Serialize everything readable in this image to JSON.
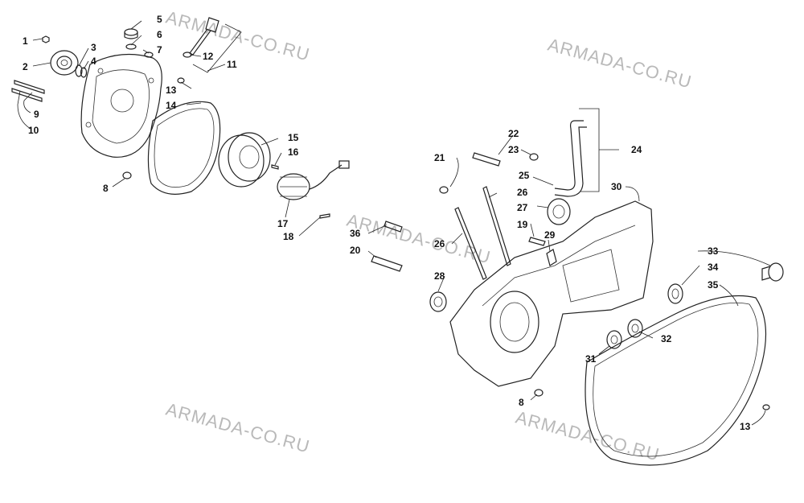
{
  "watermark": "ARMADA-CO.RU",
  "callouts": {
    "c1": "1",
    "c2": "2",
    "c3": "3",
    "c4": "4",
    "c5": "5",
    "c6": "6",
    "c7": "7",
    "c8a": "8",
    "c8b": "8",
    "c9": "9",
    "c10": "10",
    "c11": "11",
    "c12": "12",
    "c13a": "13",
    "c13b": "13",
    "c14": "14",
    "c15": "15",
    "c16": "16",
    "c17": "17",
    "c18": "18",
    "c19": "19",
    "c20": "20",
    "c21": "21",
    "c22": "22",
    "c23": "23",
    "c24": "24",
    "c25": "25",
    "c26a": "26",
    "c26b": "26",
    "c27": "27",
    "c28": "28",
    "c29": "29",
    "c30": "30",
    "c31": "31",
    "c32": "32",
    "c33": "33",
    "c34": "34",
    "c35": "35",
    "c36": "36"
  }
}
